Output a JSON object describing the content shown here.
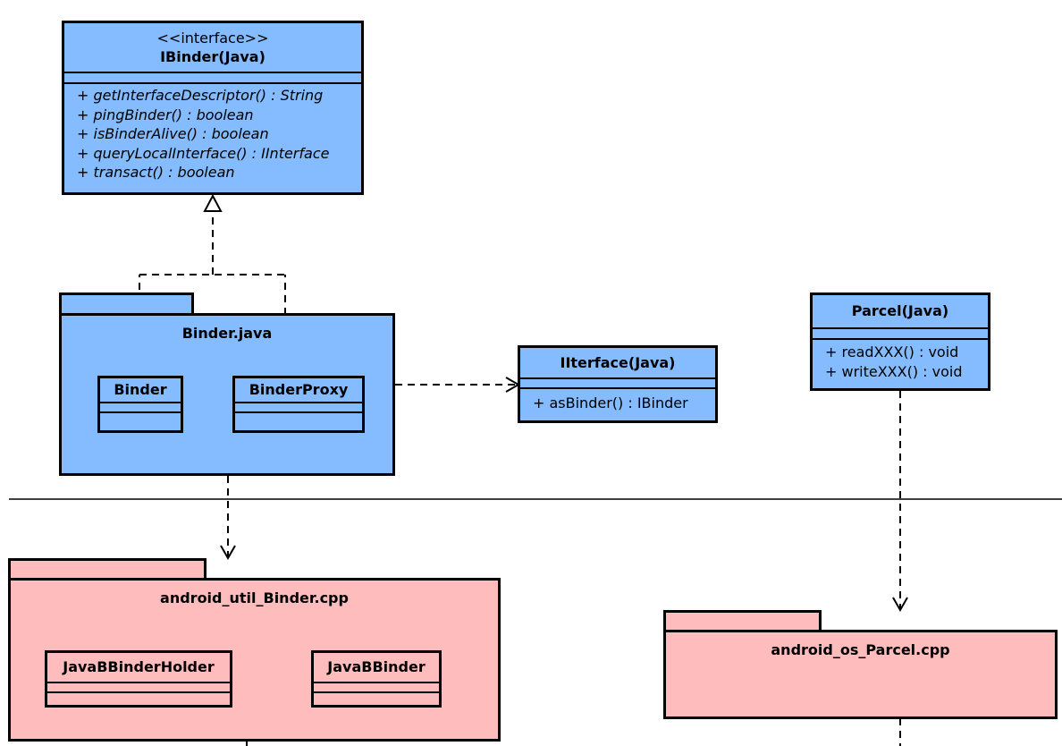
{
  "ibinder": {
    "stereotype": "<<interface>>",
    "name": "IBinder(Java)",
    "operations": [
      "+ getInterfaceDescriptor() : String",
      "+ pingBinder() : boolean",
      "+ isBinderAlive() : boolean",
      "+ queryLocalInterface() : IInterface",
      "+ transact() : boolean"
    ]
  },
  "binder_package": {
    "name": "Binder.java",
    "classes": [
      "Binder",
      "BinderProxy"
    ]
  },
  "iinterface": {
    "name": "IIterface(Java)",
    "operations": [
      "+ asBinder() : IBinder"
    ]
  },
  "parcel": {
    "name": "Parcel(Java)",
    "operations": [
      "+ readXXX() : void",
      "+ writeXXX() : void"
    ]
  },
  "native_binder_package": {
    "name": "android_util_Binder.cpp",
    "classes": [
      "JavaBBinderHolder",
      "JavaBBinder"
    ]
  },
  "native_parcel_package": {
    "name": "android_os_Parcel.cpp"
  },
  "colors": {
    "java_layer": "#84bcff",
    "native_layer": "#ffbcbc",
    "stroke": "#000000"
  }
}
